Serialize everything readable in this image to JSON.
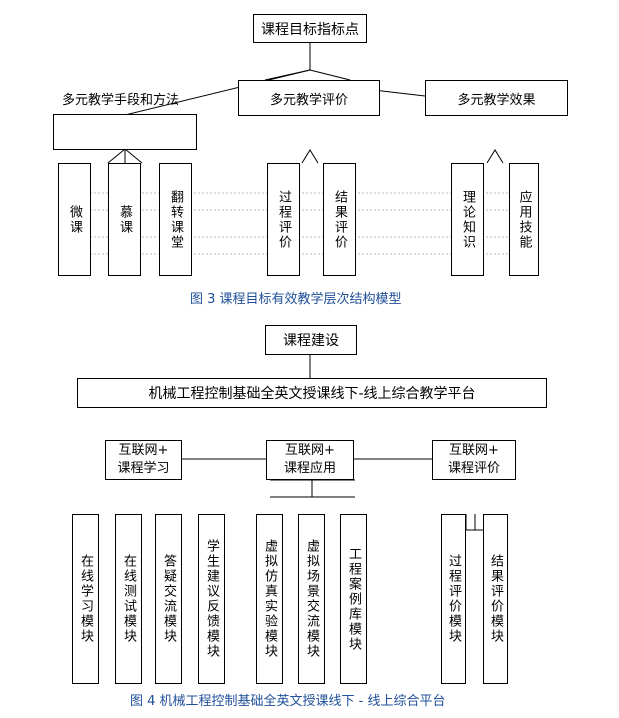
{
  "fig3": {
    "top": "课程目标指标点",
    "left_label": "多元教学手段和方法",
    "mid": "多元教学评价",
    "right": "多元教学效果",
    "caption": "图 3 课程目标有效教学层次结构模型",
    "leaves": [
      {
        "text": "微课"
      },
      {
        "text": "慕课"
      },
      {
        "text": "翻转课堂"
      },
      {
        "text": "过程评价"
      },
      {
        "text": "结果评价"
      },
      {
        "text": "理论知识"
      },
      {
        "text": "应用技能"
      }
    ]
  },
  "fig4": {
    "top": "课程建设",
    "platform": "机械工程控制基础全英文授课线下-线上综合教学平台",
    "col1_line1": "互联网+",
    "col1_line2": "课程学习",
    "col2_line1": "互联网+",
    "col2_line2": "课程应用",
    "col3_line1": "互联网+",
    "col3_line2": "课程评价",
    "caption": "图 4 机械工程控制基础全英文授课线下 - 线上综合平台",
    "modules": [
      {
        "text": "在线学习模块"
      },
      {
        "text": "在线测试模块"
      },
      {
        "text": "答疑交流模块"
      },
      {
        "text": "学生建议反馈模块"
      },
      {
        "text": "虚拟仿真实验模块"
      },
      {
        "text": "虚拟场景交流模块"
      },
      {
        "text": "工程案例库模块"
      },
      {
        "text": "过程评价模块"
      },
      {
        "text": "结果评价模块"
      }
    ]
  }
}
